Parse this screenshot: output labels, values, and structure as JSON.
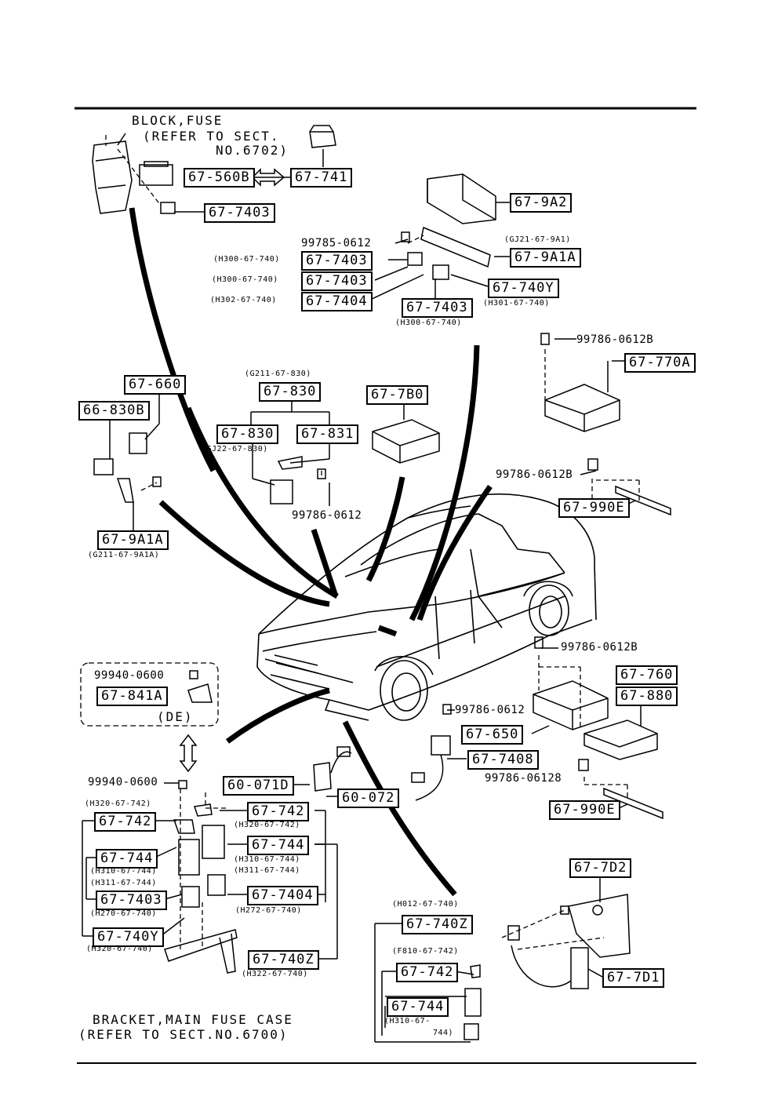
{
  "notes": {
    "block_fuse_1": "BLOCK,FUSE",
    "block_fuse_2": "(REFER TO SECT.",
    "block_fuse_3": "NO.6702)",
    "bracket_1": "BRACKET,MAIN FUSE CASE",
    "bracket_2": "(REFER TO SECT.NO.6700)",
    "de": "(DE)"
  },
  "parts": {
    "p_67_560B": "67-560B",
    "p_67_741": "67-741",
    "p_67_7403_a": "67-7403",
    "p_67_9A2": "67-9A2",
    "p_67_9A1A_a": "67-9A1A",
    "p_67_7403_b": "67-7403",
    "p_67_7403_c": "67-7403",
    "p_67_7404_a": "67-7404",
    "p_67_740Y_a": "67-740Y",
    "p_67_7403_d": "67-7403",
    "p_67_770A": "67-770A",
    "p_67_660": "67-660",
    "p_66_830B": "66-830B",
    "p_67_830_a": "67-830",
    "p_67_830_b": "67-830",
    "p_67_831": "67-831",
    "p_67_7B0": "67-7B0",
    "p_67_990E_a": "67-990E",
    "p_67_9A1A_b": "67-9A1A",
    "p_67_841A": "67-841A",
    "p_67_760": "67-760",
    "p_67_880": "67-880",
    "p_67_650": "67-650",
    "p_67_7408": "67-7408",
    "p_60_071D": "60-071D",
    "p_60_072": "60-072",
    "p_67_990E_b": "67-990E",
    "p_67_742_a": "67-742",
    "p_67_742_b": "67-742",
    "p_67_744_a": "67-744",
    "p_67_744_b": "67-744",
    "p_67_7403_e": "67-7403",
    "p_67_7404_b": "67-7404",
    "p_67_740Y_b": "67-740Y",
    "p_67_740Z_a": "67-740Z",
    "p_67_7D2": "67-7D2",
    "p_67_740Z_b": "67-740Z",
    "p_67_742_c": "67-742",
    "p_67_744_c": "67-744",
    "p_67_7D1": "67-7D1"
  },
  "numbers": {
    "n_99785_0612": "99785-0612",
    "n_99786_0612B_a": "99786-0612B",
    "n_99786_0612": "99786-0612",
    "n_99786_0612B_b": "99786-0612B",
    "n_99786_0612B_c": "99786-0612B",
    "n_99786_0612_b": "99786-0612",
    "n_99786_06128": "99786-06128",
    "n_99940_0600_a": "99940-0600",
    "n_99940_0600_b": "99940-0600"
  },
  "codes": {
    "c_gj21": "(GJ21-67-9A1)",
    "c_h300_a": "(H300-67-740)",
    "c_h300_b": "(H300-67-740)",
    "c_h302": "(H302-67-740)",
    "c_h301": "(H301-67-740)",
    "c_h300_c": "(H300-67-740)",
    "c_g211_830": "(G211-67-830)",
    "c_gj22": "(GJ22-67-830)",
    "c_g211_9a1a": "(G211-67-9A1A)",
    "c_h320_742_a": "(H320-67-742)",
    "c_h320_742_b": "(H320-67-742)",
    "c_h310_744_a": "(H310-67-744)",
    "c_h311_744_a": "(H311-67-744)",
    "c_h310_744_b": "(H310-67-744)",
    "c_h311_744_b": "(H311-67-744)",
    "c_h270": "(H270-67-740)",
    "c_h272": "(H272-67-740)",
    "c_h320_740": "(H320-67-740)",
    "c_h322": "(H322-67-740)",
    "c_h012": "(H012-67-740)",
    "c_f810": "(F810-67-742)",
    "c_h310_744_c1": "(H310-67-",
    "c_h310_744_c2": "744)"
  }
}
